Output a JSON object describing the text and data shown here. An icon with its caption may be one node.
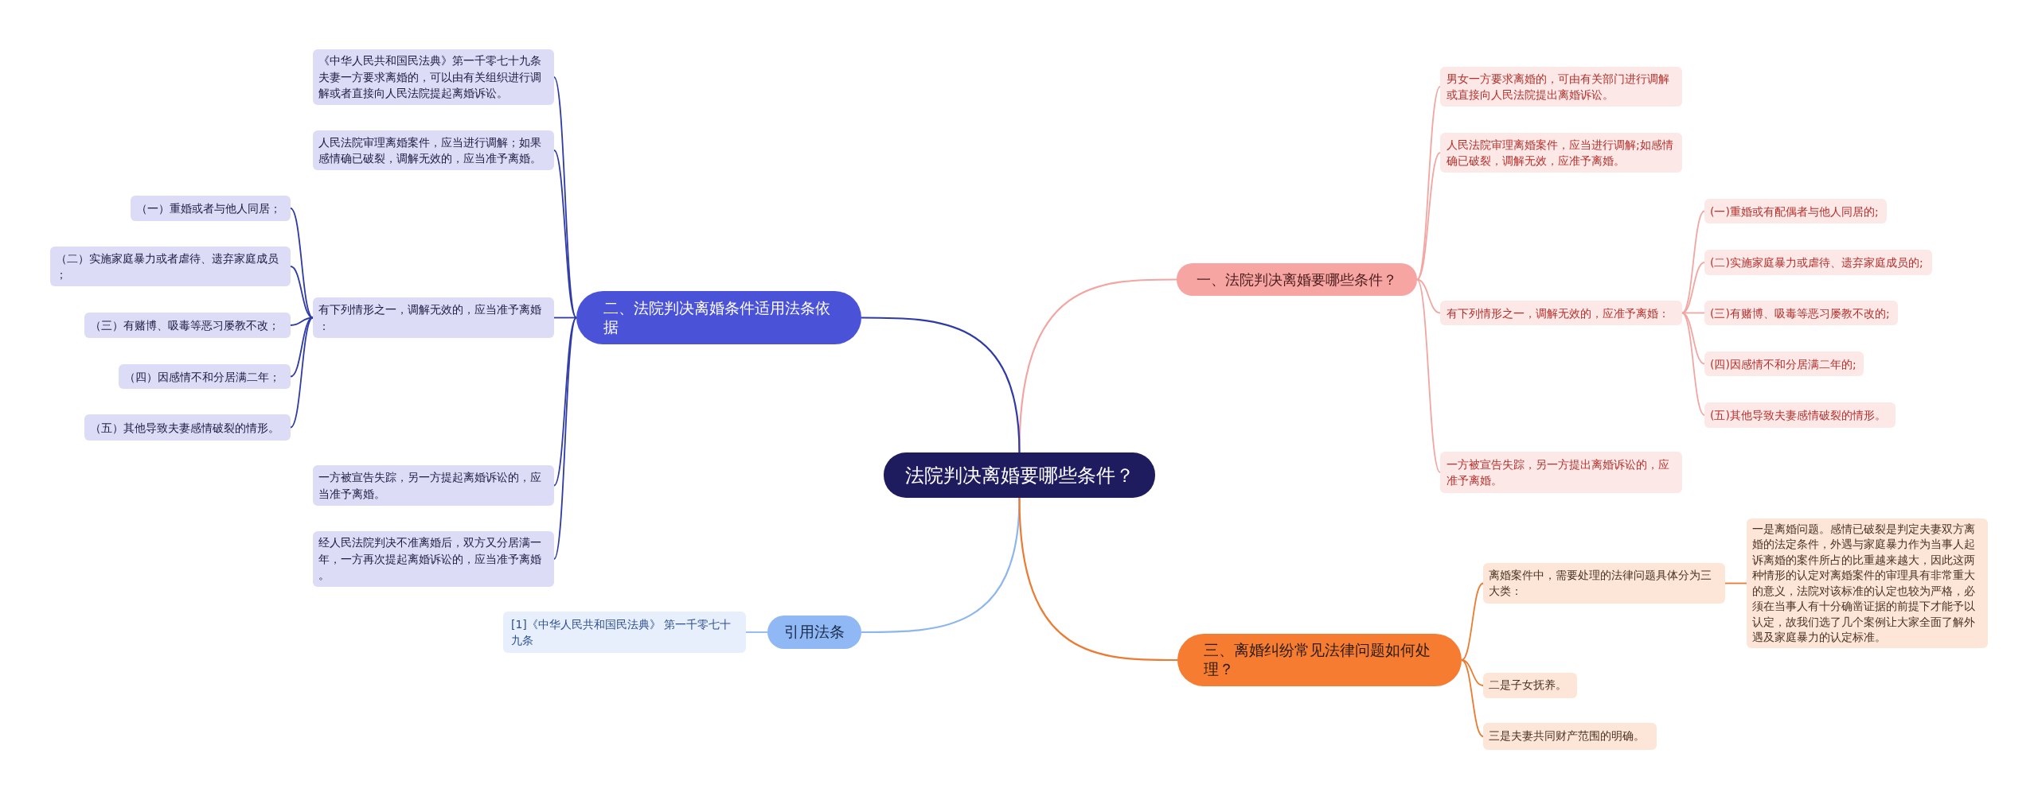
{
  "diagram": {
    "nodes": [
      {
        "text": [
          "法院判决离婚要哪些条件？"
        ]
      },
      {
        "text": [
          "一、法院判决离婚要哪些条件？"
        ]
      },
      {
        "text": [
          "男女一方要求离婚的，可由有关部门进行调解或直接向人民法院提出离婚诉讼。"
        ]
      },
      {
        "text": [
          "人民法院审理离婚案件，应当进行调解;如感情确已破裂，调解无效，应准予离婚。"
        ]
      },
      {
        "text": [
          "有下列情形之一，调解无效的，应准予离婚："
        ]
      },
      {
        "text": [
          "(一)重婚或有配偶者与他人同居的;"
        ]
      },
      {
        "text": [
          "(二)实施家庭暴力或虐待、遗弃家庭成员的;"
        ]
      },
      {
        "text": [
          "(三)有赌博、吸毒等恶习屡教不改的;"
        ]
      },
      {
        "text": [
          "(四)因感情不和分居满二年的;"
        ]
      },
      {
        "text": [
          "(五)其他导致夫妻感情破裂的情形。"
        ]
      },
      {
        "text": [
          "一方被宣告失踪，另一方提出离婚诉讼的，应准予离婚。"
        ]
      },
      {
        "text": [
          "二、法院判决离婚条件适用法条依据"
        ]
      },
      {
        "text": [
          "《中华人民共和国民法典》第一千零七十九条夫妻一方要求离婚的，可以由有关组织进行调解或者直接向人民法院提起离婚诉讼。"
        ]
      },
      {
        "text": [
          "人民法院审理离婚案件，应当进行调解；如果感情确已破裂，调解无效的，应当准予离婚。"
        ]
      },
      {
        "text": [
          "有下列情形之一，调解无效的，应当准予离婚："
        ]
      },
      {
        "text": [
          "（一）重婚或者与他人同居；"
        ]
      },
      {
        "text": [
          "（二）实施家庭暴力或者虐待、遗弃家庭成员；"
        ]
      },
      {
        "text": [
          "（三）有赌博、吸毒等恶习屡教不改；"
        ]
      },
      {
        "text": [
          "（四）因感情不和分居满二年；"
        ]
      },
      {
        "text": [
          "（五）其他导致夫妻感情破裂的情形。"
        ]
      },
      {
        "text": [
          "一方被宣告失踪，另一方提起离婚诉讼的，应当准予离婚。"
        ]
      },
      {
        "text": [
          "经人民法院判决不准离婚后，双方又分居满一年，一方再次提起离婚诉讼的，应当准予离婚。"
        ]
      },
      {
        "text": [
          "引用法条"
        ]
      },
      {
        "text": [
          "[1]《中华人民共和国民法典》 第一千零七十九条"
        ]
      },
      {
        "text": [
          "三、离婚纠纷常见法律问题如何处理？"
        ]
      },
      {
        "text": [
          "离婚案件中，需要处理的法律问题具体分为三大类："
        ]
      },
      {
        "text": [
          "一是离婚问题。感情已破裂是判定夫妻双方离婚的法定条件，外遇与家庭暴力作为当事人起诉离婚的案件所占的比重越来越大，因此这两种情形的认定对离婚案件的审理具有非常重大的意义，法院对该标准的认定也较为严格，必须在当事人有十分确凿证据的前提下才能予以认定，故我们选了几个案例让大家全面了解外遇及家庭暴力的认定标准。"
        ]
      },
      {
        "text": [
          "二是子女抚养。"
        ]
      },
      {
        "text": [
          "三是夫妻共同财产范围的明确。"
        ]
      }
    ],
    "edges": [
      {
        "from": 0,
        "to": 1,
        "arrow": "none",
        "color": "#f2a5a1"
      },
      {
        "from": 1,
        "to": 2,
        "arrow": "none",
        "color": "#f2a5a1"
      },
      {
        "from": 1,
        "to": 3,
        "arrow": "none",
        "color": "#f2a5a1"
      },
      {
        "from": 1,
        "to": 4,
        "arrow": "none",
        "color": "#f2a5a1"
      },
      {
        "from": 4,
        "to": 5,
        "arrow": "none",
        "color": "#f2a5a1"
      },
      {
        "from": 4,
        "to": 6,
        "arrow": "none",
        "color": "#f2a5a1"
      },
      {
        "from": 4,
        "to": 7,
        "arrow": "none",
        "color": "#f2a5a1"
      },
      {
        "from": 4,
        "to": 8,
        "arrow": "none",
        "color": "#f2a5a1"
      },
      {
        "from": 4,
        "to": 9,
        "arrow": "none",
        "color": "#f2a5a1"
      },
      {
        "from": 1,
        "to": 10,
        "arrow": "none",
        "color": "#f2a5a1"
      },
      {
        "from": 0,
        "to": 11,
        "arrow": "none"
      },
      {
        "from": 11,
        "to": 12,
        "arrow": "none"
      },
      {
        "from": 11,
        "to": 13,
        "arrow": "none"
      },
      {
        "from": 11,
        "to": 14,
        "arrow": "none"
      },
      {
        "from": 14,
        "to": 15,
        "arrow": "none"
      },
      {
        "from": 14,
        "to": 16,
        "arrow": "none"
      },
      {
        "from": 14,
        "to": 17,
        "arrow": "none"
      },
      {
        "from": 14,
        "to": 18,
        "arrow": "none"
      },
      {
        "from": 14,
        "to": 19,
        "arrow": "none"
      },
      {
        "from": 11,
        "to": 20,
        "arrow": "none"
      },
      {
        "from": 11,
        "to": 21,
        "arrow": "none"
      },
      {
        "from": 0,
        "to": 22,
        "arrow": "none",
        "color": "#8db6ec"
      },
      {
        "from": 22,
        "to": 23,
        "arrow": "none",
        "color": "#8db6ec"
      },
      {
        "from": 0,
        "to": 24,
        "arrow": "none",
        "color": "#ec7a30"
      },
      {
        "from": 24,
        "to": 25,
        "arrow": "none",
        "color": "#ec7a30"
      },
      {
        "from": 25,
        "to": 26,
        "arrow": "none",
        "color": "#ec7a30"
      },
      {
        "from": 24,
        "to": 27,
        "arrow": "none",
        "color": "#ec7a30"
      },
      {
        "from": 24,
        "to": 28,
        "arrow": "none",
        "color": "#ec7a30"
      }
    ]
  }
}
